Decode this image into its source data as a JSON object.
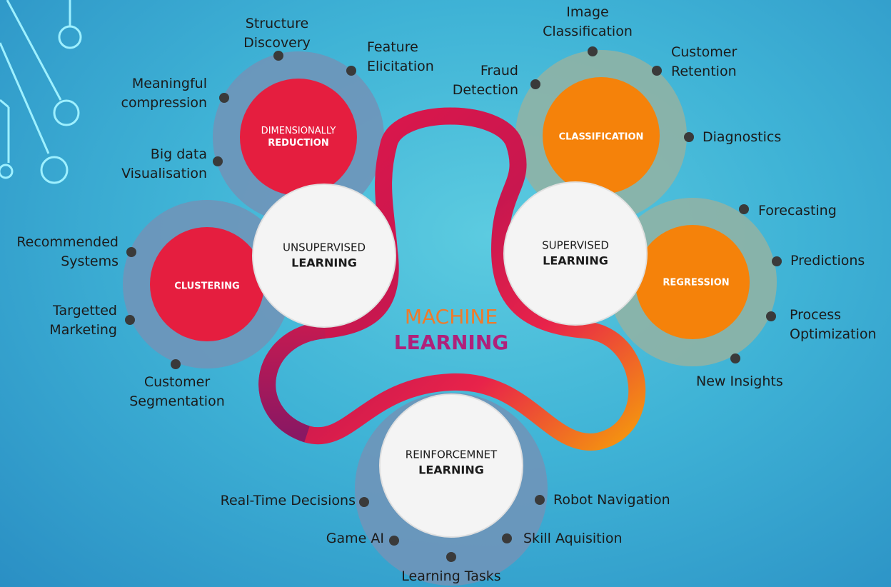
{
  "title": {
    "line1": "MACHINE",
    "line2": "LEARNING"
  },
  "colors": {
    "red": "#e51e3f",
    "orange": "#f5820a",
    "core": "#f4f4f4",
    "ring_blue": "#6f95b9",
    "ring_green": "#8fb3a5"
  },
  "unsupervised": {
    "line1": "UNSUPERVISED",
    "line2": "LEARNING",
    "dimensionality": {
      "line1": "DIMENSIONALLY",
      "line2": "REDUCTION",
      "apps": [
        "Structure Discovery",
        "Feature Elicitation",
        "Meaningful compression",
        "Big data Visualisation"
      ]
    },
    "clustering": {
      "label": "CLUSTERING",
      "apps": [
        "Recommended Systems",
        "Targetted Marketing",
        "Customer Segmentation"
      ]
    }
  },
  "supervised": {
    "line1": "SUPERVISED",
    "line2": "LEARNING",
    "classification": {
      "label": "CLASSIFICATION",
      "apps": [
        "Image Classification",
        "Customer Retention",
        "Fraud Detection",
        "Diagnostics"
      ]
    },
    "regression": {
      "label": "REGRESSION",
      "apps": [
        "Forecasting",
        "Predictions",
        "Process Optimization",
        "New Insights"
      ]
    }
  },
  "reinforcement": {
    "line1": "REINFORCEMNET",
    "line2": "LEARNING",
    "apps": [
      "Real-Time Decisions",
      "Robot Navigation",
      "Game AI",
      "Skill Aquisition",
      "Learning Tasks"
    ]
  }
}
